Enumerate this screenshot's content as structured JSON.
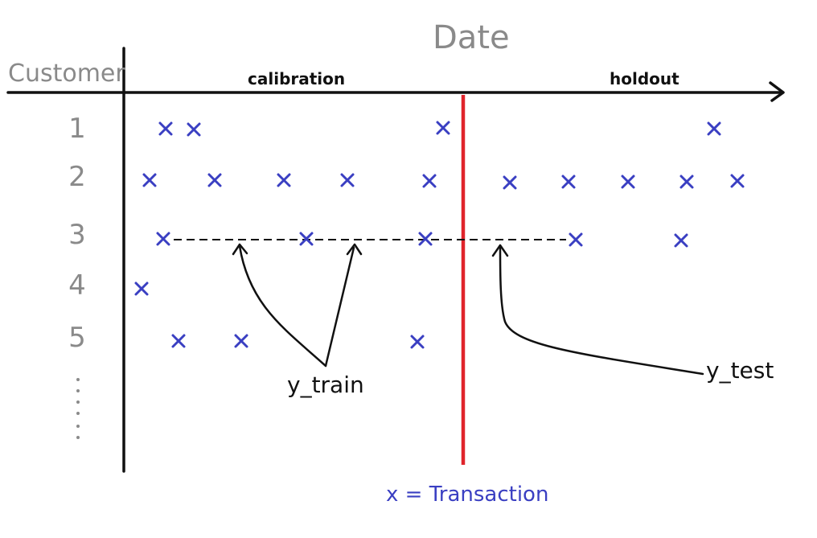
{
  "title": "Date",
  "y_axis_label": "Customer",
  "periods": {
    "calibration": "calibration",
    "holdout": "holdout"
  },
  "rows": [
    {
      "label": "1",
      "transactions": 4
    },
    {
      "label": "2",
      "transactions": 10
    },
    {
      "label": "3",
      "transactions": 5
    },
    {
      "label": "4",
      "transactions": 1
    },
    {
      "label": "5",
      "transactions": 3
    }
  ],
  "marker": "x",
  "legend": {
    "symbol": "x",
    "text": "= Transaction"
  },
  "annotations": {
    "y_train": "y_train",
    "y_test": "y_test"
  },
  "colors": {
    "marker": "#3a3fc2",
    "split_line": "#e0242b",
    "axis": "#111111",
    "labels": "#8a8a8a"
  }
}
